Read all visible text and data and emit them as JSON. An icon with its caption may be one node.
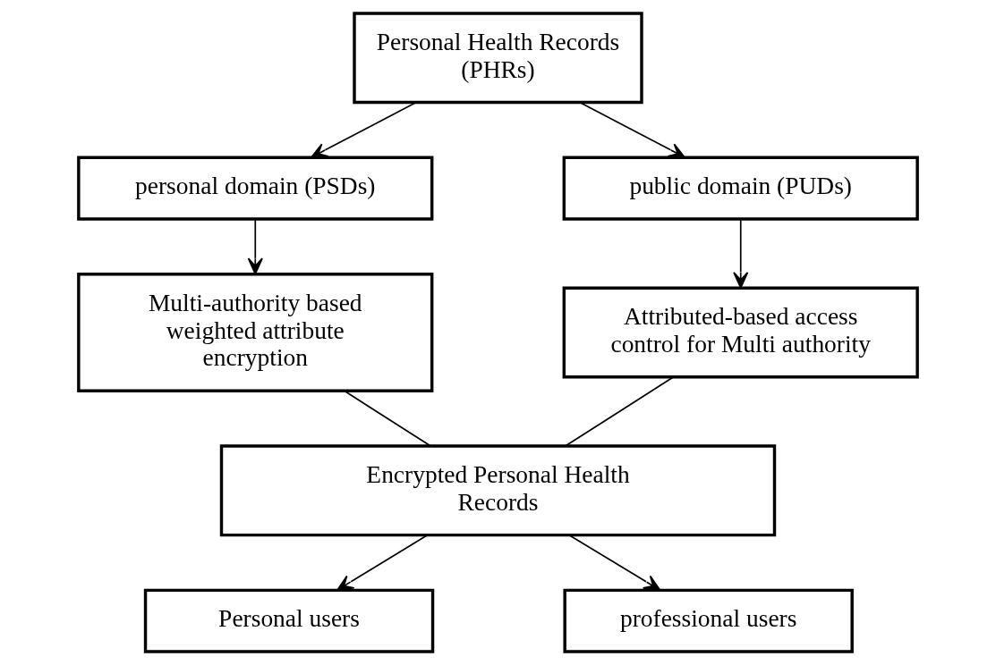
{
  "diagram": {
    "nodes": [
      {
        "text": [
          "Personal Health Records (PHRs)"
        ]
      },
      {
        "text": [
          "personal domain (PSDs)"
        ]
      },
      {
        "text": [
          "public domain (PUDs)"
        ]
      },
      {
        "text": [
          "Multi-authority based weighted attribute encryption"
        ]
      },
      {
        "text": [
          "Attributed-based access control for Multi authority"
        ]
      },
      {
        "text": [
          "Encrypted Personal Health Records"
        ]
      },
      {
        "text": [
          "Personal users"
        ]
      },
      {
        "text": [
          "professional users"
        ]
      }
    ],
    "edges": [
      {
        "from": 0,
        "to": 1,
        "arrow": "to"
      },
      {
        "from": 0,
        "to": 2,
        "arrow": "to"
      },
      {
        "from": 1,
        "to": 3,
        "arrow": "to"
      },
      {
        "from": 2,
        "to": 4,
        "arrow": "to"
      },
      {
        "from": 3,
        "to": 5,
        "arrow": "none"
      },
      {
        "from": 4,
        "to": 5,
        "arrow": "none"
      },
      {
        "from": 5,
        "to": 6,
        "arrow": "to"
      },
      {
        "from": 5,
        "to": 7,
        "arrow": "to"
      }
    ]
  }
}
